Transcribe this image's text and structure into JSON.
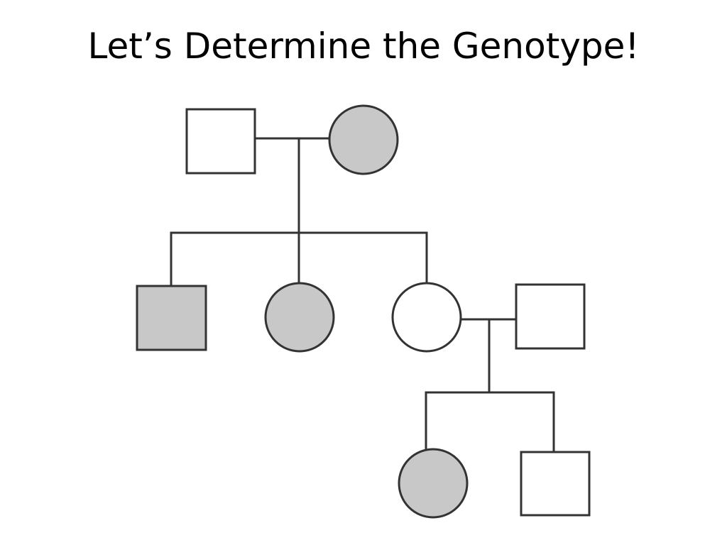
{
  "slide": {
    "title": "Let’s Determine the Genotype!"
  },
  "pedigree": {
    "colors": {
      "affected": "#c8c8c8",
      "unaffected": "#ffffff",
      "outline": "#333333"
    },
    "individuals": [
      {
        "id": "gen1-father",
        "sex": "male",
        "affected": false,
        "generation": 1
      },
      {
        "id": "gen1-mother",
        "sex": "female",
        "affected": true,
        "generation": 1
      },
      {
        "id": "gen2-son",
        "sex": "male",
        "affected": true,
        "generation": 2
      },
      {
        "id": "gen2-daughter-1",
        "sex": "female",
        "affected": true,
        "generation": 2
      },
      {
        "id": "gen2-daughter-2",
        "sex": "female",
        "affected": false,
        "generation": 2
      },
      {
        "id": "gen2-spouse",
        "sex": "male",
        "affected": false,
        "generation": 2
      },
      {
        "id": "gen3-daughter",
        "sex": "female",
        "affected": true,
        "generation": 3
      },
      {
        "id": "gen3-son",
        "sex": "male",
        "affected": false,
        "generation": 3
      }
    ],
    "matings": [
      {
        "partners": [
          "gen1-father",
          "gen1-mother"
        ],
        "children": [
          "gen2-son",
          "gen2-daughter-1",
          "gen2-daughter-2"
        ]
      },
      {
        "partners": [
          "gen2-daughter-2",
          "gen2-spouse"
        ],
        "children": [
          "gen3-daughter",
          "gen3-son"
        ]
      }
    ]
  }
}
